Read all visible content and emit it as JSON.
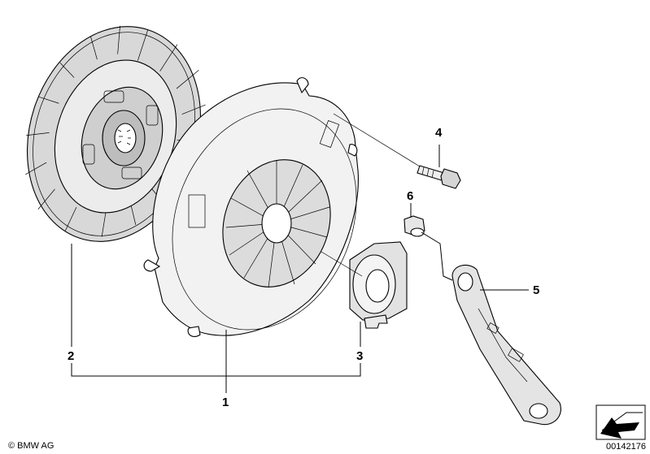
{
  "callouts": {
    "c1": "1",
    "c2": "2",
    "c3": "3",
    "c4": "4",
    "c5": "5",
    "c6": "6"
  },
  "footer": {
    "copyright": "© BMW AG",
    "diagram_number": "00142176"
  },
  "parts": [
    {
      "callout": "1",
      "icon": "clutch-pressure-plate-icon"
    },
    {
      "callout": "2",
      "icon": "clutch-disc-icon"
    },
    {
      "callout": "3",
      "icon": "release-bearing-icon"
    },
    {
      "callout": "4",
      "icon": "bolt-icon"
    },
    {
      "callout": "5",
      "icon": "release-lever-icon"
    },
    {
      "callout": "6",
      "icon": "pivot-pin-icon"
    }
  ]
}
